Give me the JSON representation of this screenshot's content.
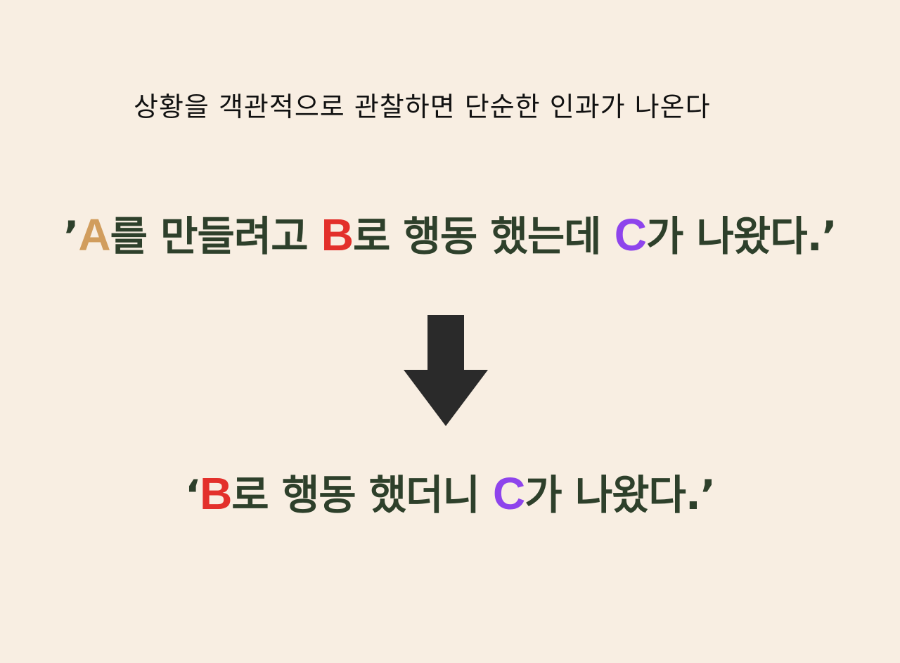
{
  "subtitle": "상황을 객관적으로 관찰하면 단순한 인과가 나온다",
  "before": {
    "open_quote": "’",
    "var_a": "A",
    "seg_1": "를 만들려고 ",
    "var_b": "B",
    "seg_2": "로 행동 했는데 ",
    "var_c": "C",
    "seg_3": "가 나왔다.’"
  },
  "after": {
    "open_quote": "‘",
    "var_b": "B",
    "seg_1": "로 행동 했더니 ",
    "var_c": "C",
    "seg_2": "가 나왔다.’"
  },
  "colors": {
    "background": "#f8eee2",
    "text_dark_green": "#2e402b",
    "var_a": "#d19d5d",
    "var_b": "#e3302b",
    "var_c": "#8e44ec",
    "arrow": "#2a2a2a"
  },
  "icons": {
    "arrow": "down-arrow-icon"
  }
}
